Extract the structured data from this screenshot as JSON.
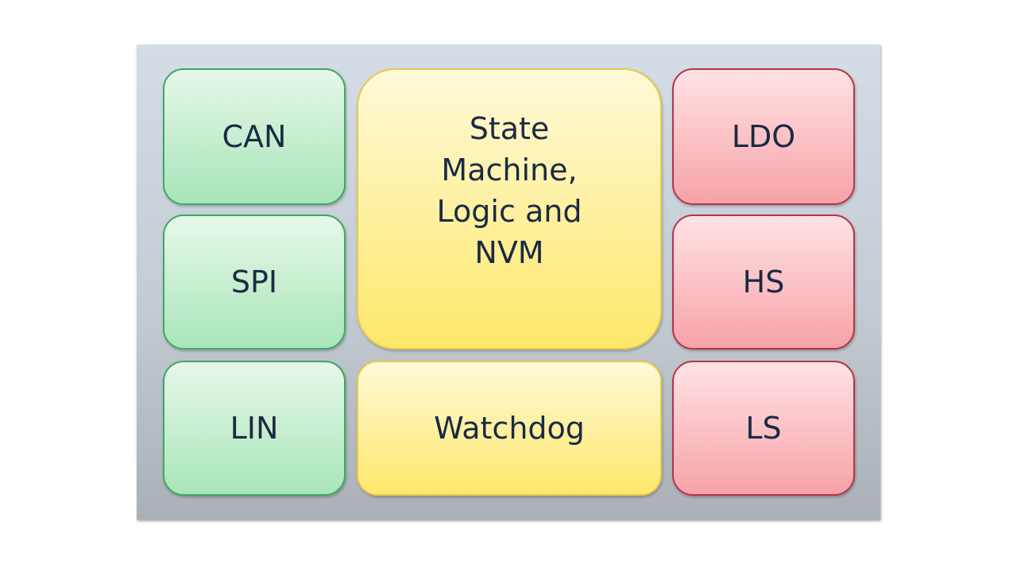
{
  "blocks": {
    "can": "CAN",
    "spi": "SPI",
    "lin": "LIN",
    "state_machine": "State\nMachine,\nLogic and\nNVM",
    "watchdog": "Watchdog",
    "ldo": "LDO",
    "hs": "HS",
    "ls": "LS"
  },
  "colors": {
    "interface_blocks": "#a8e5b8",
    "logic_blocks": "#fde86a",
    "power_blocks": "#f6a3a8"
  }
}
